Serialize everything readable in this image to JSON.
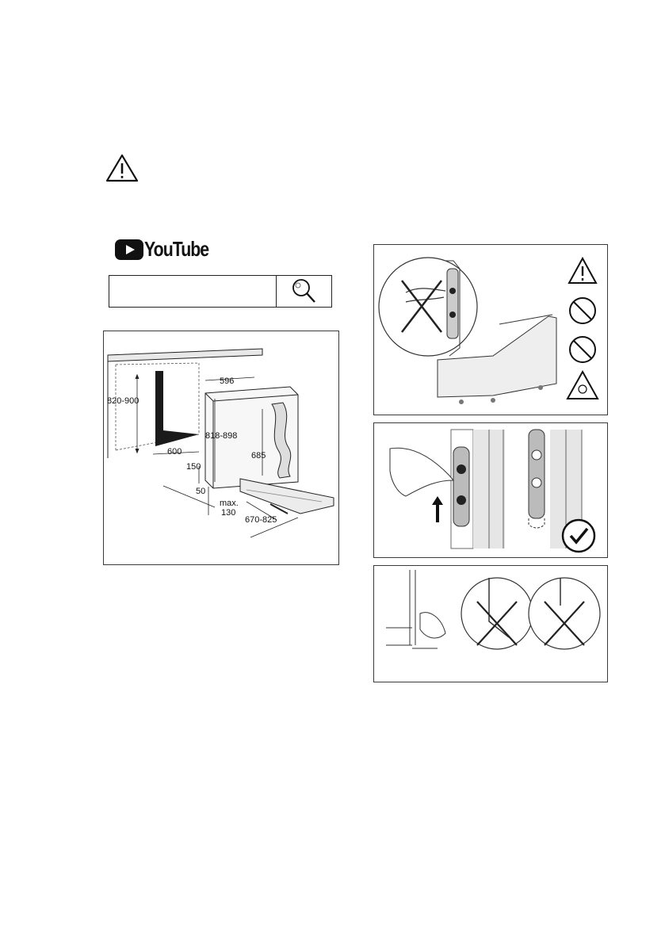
{
  "youtube": {
    "brand": "YouTube"
  },
  "dimensions": {
    "cabinet_height": "820-900",
    "niche_width": "600",
    "appliance_width": "596",
    "appliance_height": "818-898",
    "door_height": "685",
    "plinth_height": "150",
    "plinth_depth": "50",
    "max_label": "max.",
    "max_value": "130",
    "depth_range": "670-825"
  }
}
